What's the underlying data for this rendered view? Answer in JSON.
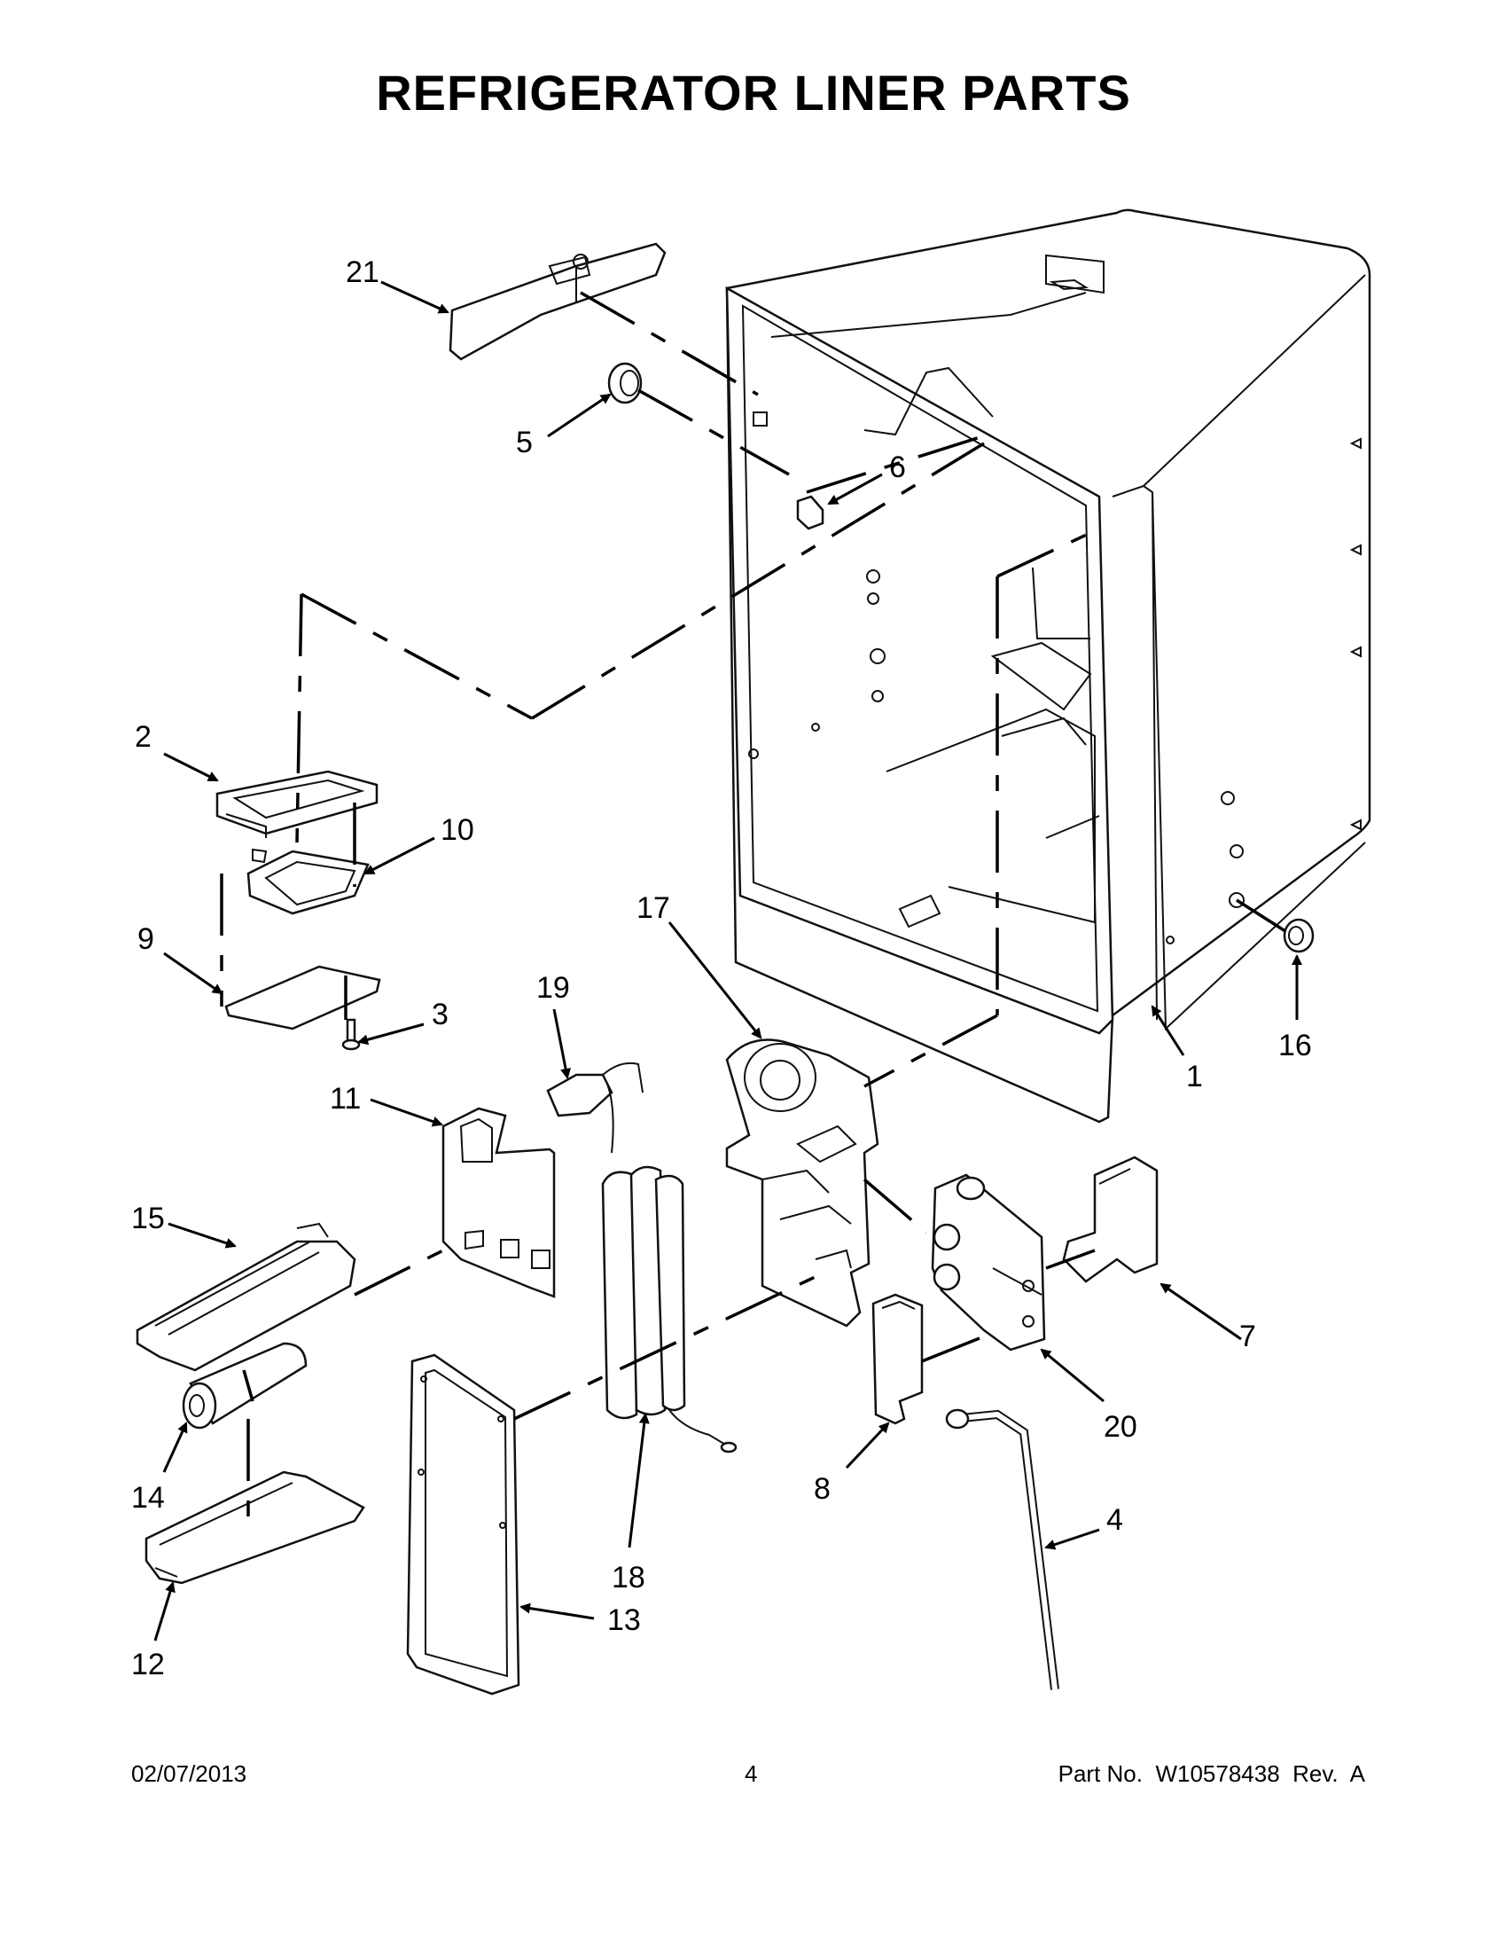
{
  "title": "REFRIGERATOR LINER PARTS",
  "callouts": [
    {
      "id": "1",
      "label": "1"
    },
    {
      "id": "2",
      "label": "2"
    },
    {
      "id": "3",
      "label": "3"
    },
    {
      "id": "4",
      "label": "4"
    },
    {
      "id": "5",
      "label": "5"
    },
    {
      "id": "6",
      "label": "6"
    },
    {
      "id": "7",
      "label": "7"
    },
    {
      "id": "8",
      "label": "8"
    },
    {
      "id": "9",
      "label": "9"
    },
    {
      "id": "10",
      "label": "10"
    },
    {
      "id": "11",
      "label": "11"
    },
    {
      "id": "12",
      "label": "12"
    },
    {
      "id": "13",
      "label": "13"
    },
    {
      "id": "14",
      "label": "14"
    },
    {
      "id": "15",
      "label": "15"
    },
    {
      "id": "16",
      "label": "16"
    },
    {
      "id": "17",
      "label": "17"
    },
    {
      "id": "18",
      "label": "18"
    },
    {
      "id": "19",
      "label": "19"
    },
    {
      "id": "20",
      "label": "20"
    },
    {
      "id": "21",
      "label": "21"
    }
  ],
  "footer": {
    "date": "02/07/2013",
    "page": "4",
    "part_number": "Part No.  W10578438  Rev.  A"
  }
}
